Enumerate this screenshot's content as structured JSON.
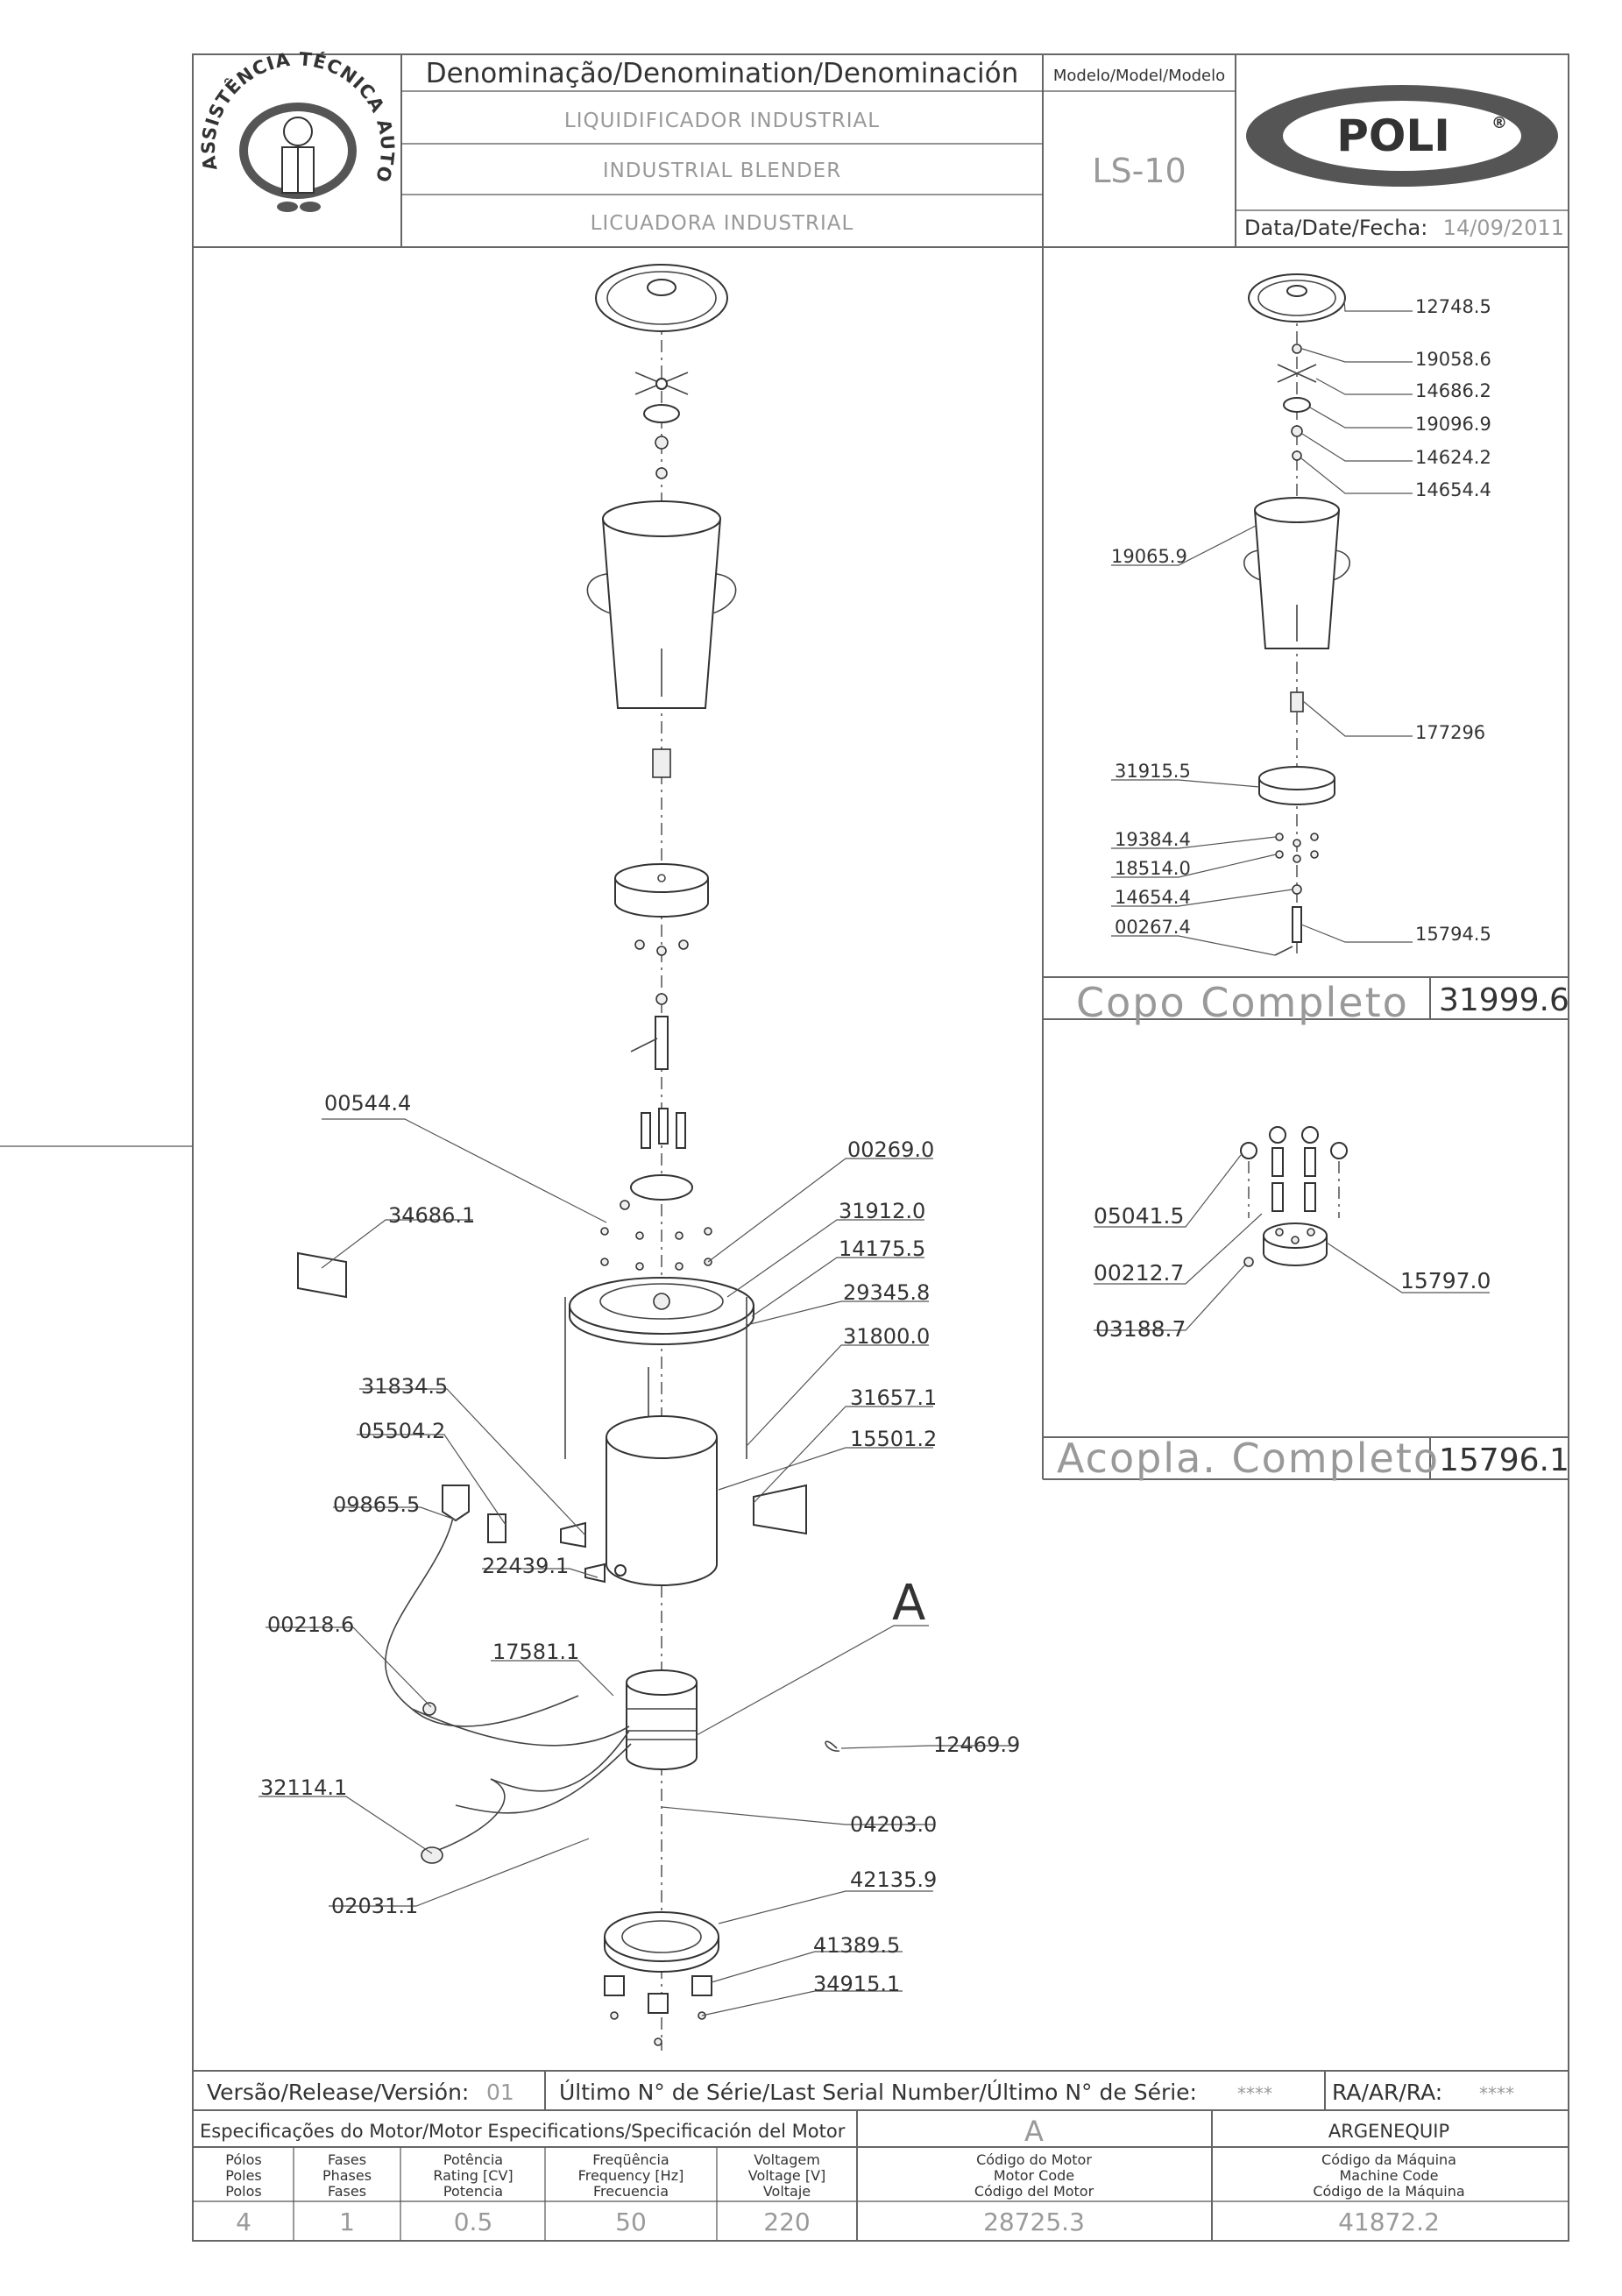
{
  "header": {
    "seal_text": "ASSISTÊNCIA TÉCNICA AUTORIZADA",
    "denomination_label": "Denominação/Denomination/Denominación",
    "names": [
      "LIQUIDIFICADOR INDUSTRIAL",
      "INDUSTRIAL BLENDER",
      "LICUADORA INDUSTRIAL"
    ],
    "model_label": "Modelo/Model/Modelo",
    "model_value": "LS-10",
    "brand": "POLI",
    "brand_mark": "®",
    "date_label": "Data/Date/Fecha:",
    "date_value": "14/09/2011"
  },
  "main_callouts": [
    "00544.4",
    "00269.0",
    "34686.1",
    "31912.0",
    "14175.5",
    "29345.8",
    "31800.0",
    "31834.5",
    "31657.1",
    "05504.2",
    "15501.2",
    "09865.5",
    "22439.1",
    "A",
    "00218.6",
    "17581.1",
    "12469.9",
    "32114.1",
    "04203.0",
    "02031.1",
    "42135.9",
    "41389.5",
    "34915.1"
  ],
  "cup_panel": {
    "callouts": [
      "12748.5",
      "19058.6",
      "14686.2",
      "19096.9",
      "14624.2",
      "14654.4",
      "19065.9",
      "177296",
      "31915.5",
      "19384.4",
      "18514.0",
      "14654.4",
      "00267.4",
      "15794.5"
    ],
    "title": "Copo Completo",
    "code": "31999.6"
  },
  "coupling_panel": {
    "callouts": [
      "05041.5",
      "00212.7",
      "03188.7",
      "15797.0"
    ],
    "title": "Acopla. Completo",
    "code": "15796.1"
  },
  "footer": {
    "version_label": "Versão/Release/Versión:",
    "version_value": "01",
    "serial_label": "Último N° de Série/Last Serial Number/Último N° de Série:",
    "serial_value": "****",
    "ra_label": "RA/AR/RA:",
    "ra_value": "****",
    "motor_spec_label": "Especificações do Motor/Motor Especifications/Specificación del Motor",
    "motor_variant": "A",
    "manufacturer": "ARGENEQUIP",
    "columns": [
      {
        "head": [
          "Pólos",
          "Poles",
          "Polos"
        ],
        "value": "4"
      },
      {
        "head": [
          "Fases",
          "Phases",
          "Fases"
        ],
        "value": "1"
      },
      {
        "head": [
          "Potência",
          "Rating [CV]",
          "Potencia"
        ],
        "value": "0.5"
      },
      {
        "head": [
          "Freqüência",
          "Frequency [Hz]",
          "Frecuencia"
        ],
        "value": "50"
      },
      {
        "head": [
          "Voltagem",
          "Voltage [V]",
          "Voltaje"
        ],
        "value": "220"
      },
      {
        "head": [
          "Código do Motor",
          "Motor Code",
          "Código del Motor"
        ],
        "value": "28725.3"
      },
      {
        "head": [
          "Código da Máquina",
          "Machine Code",
          "Código de la Máquina"
        ],
        "value": "41872.2"
      }
    ]
  }
}
